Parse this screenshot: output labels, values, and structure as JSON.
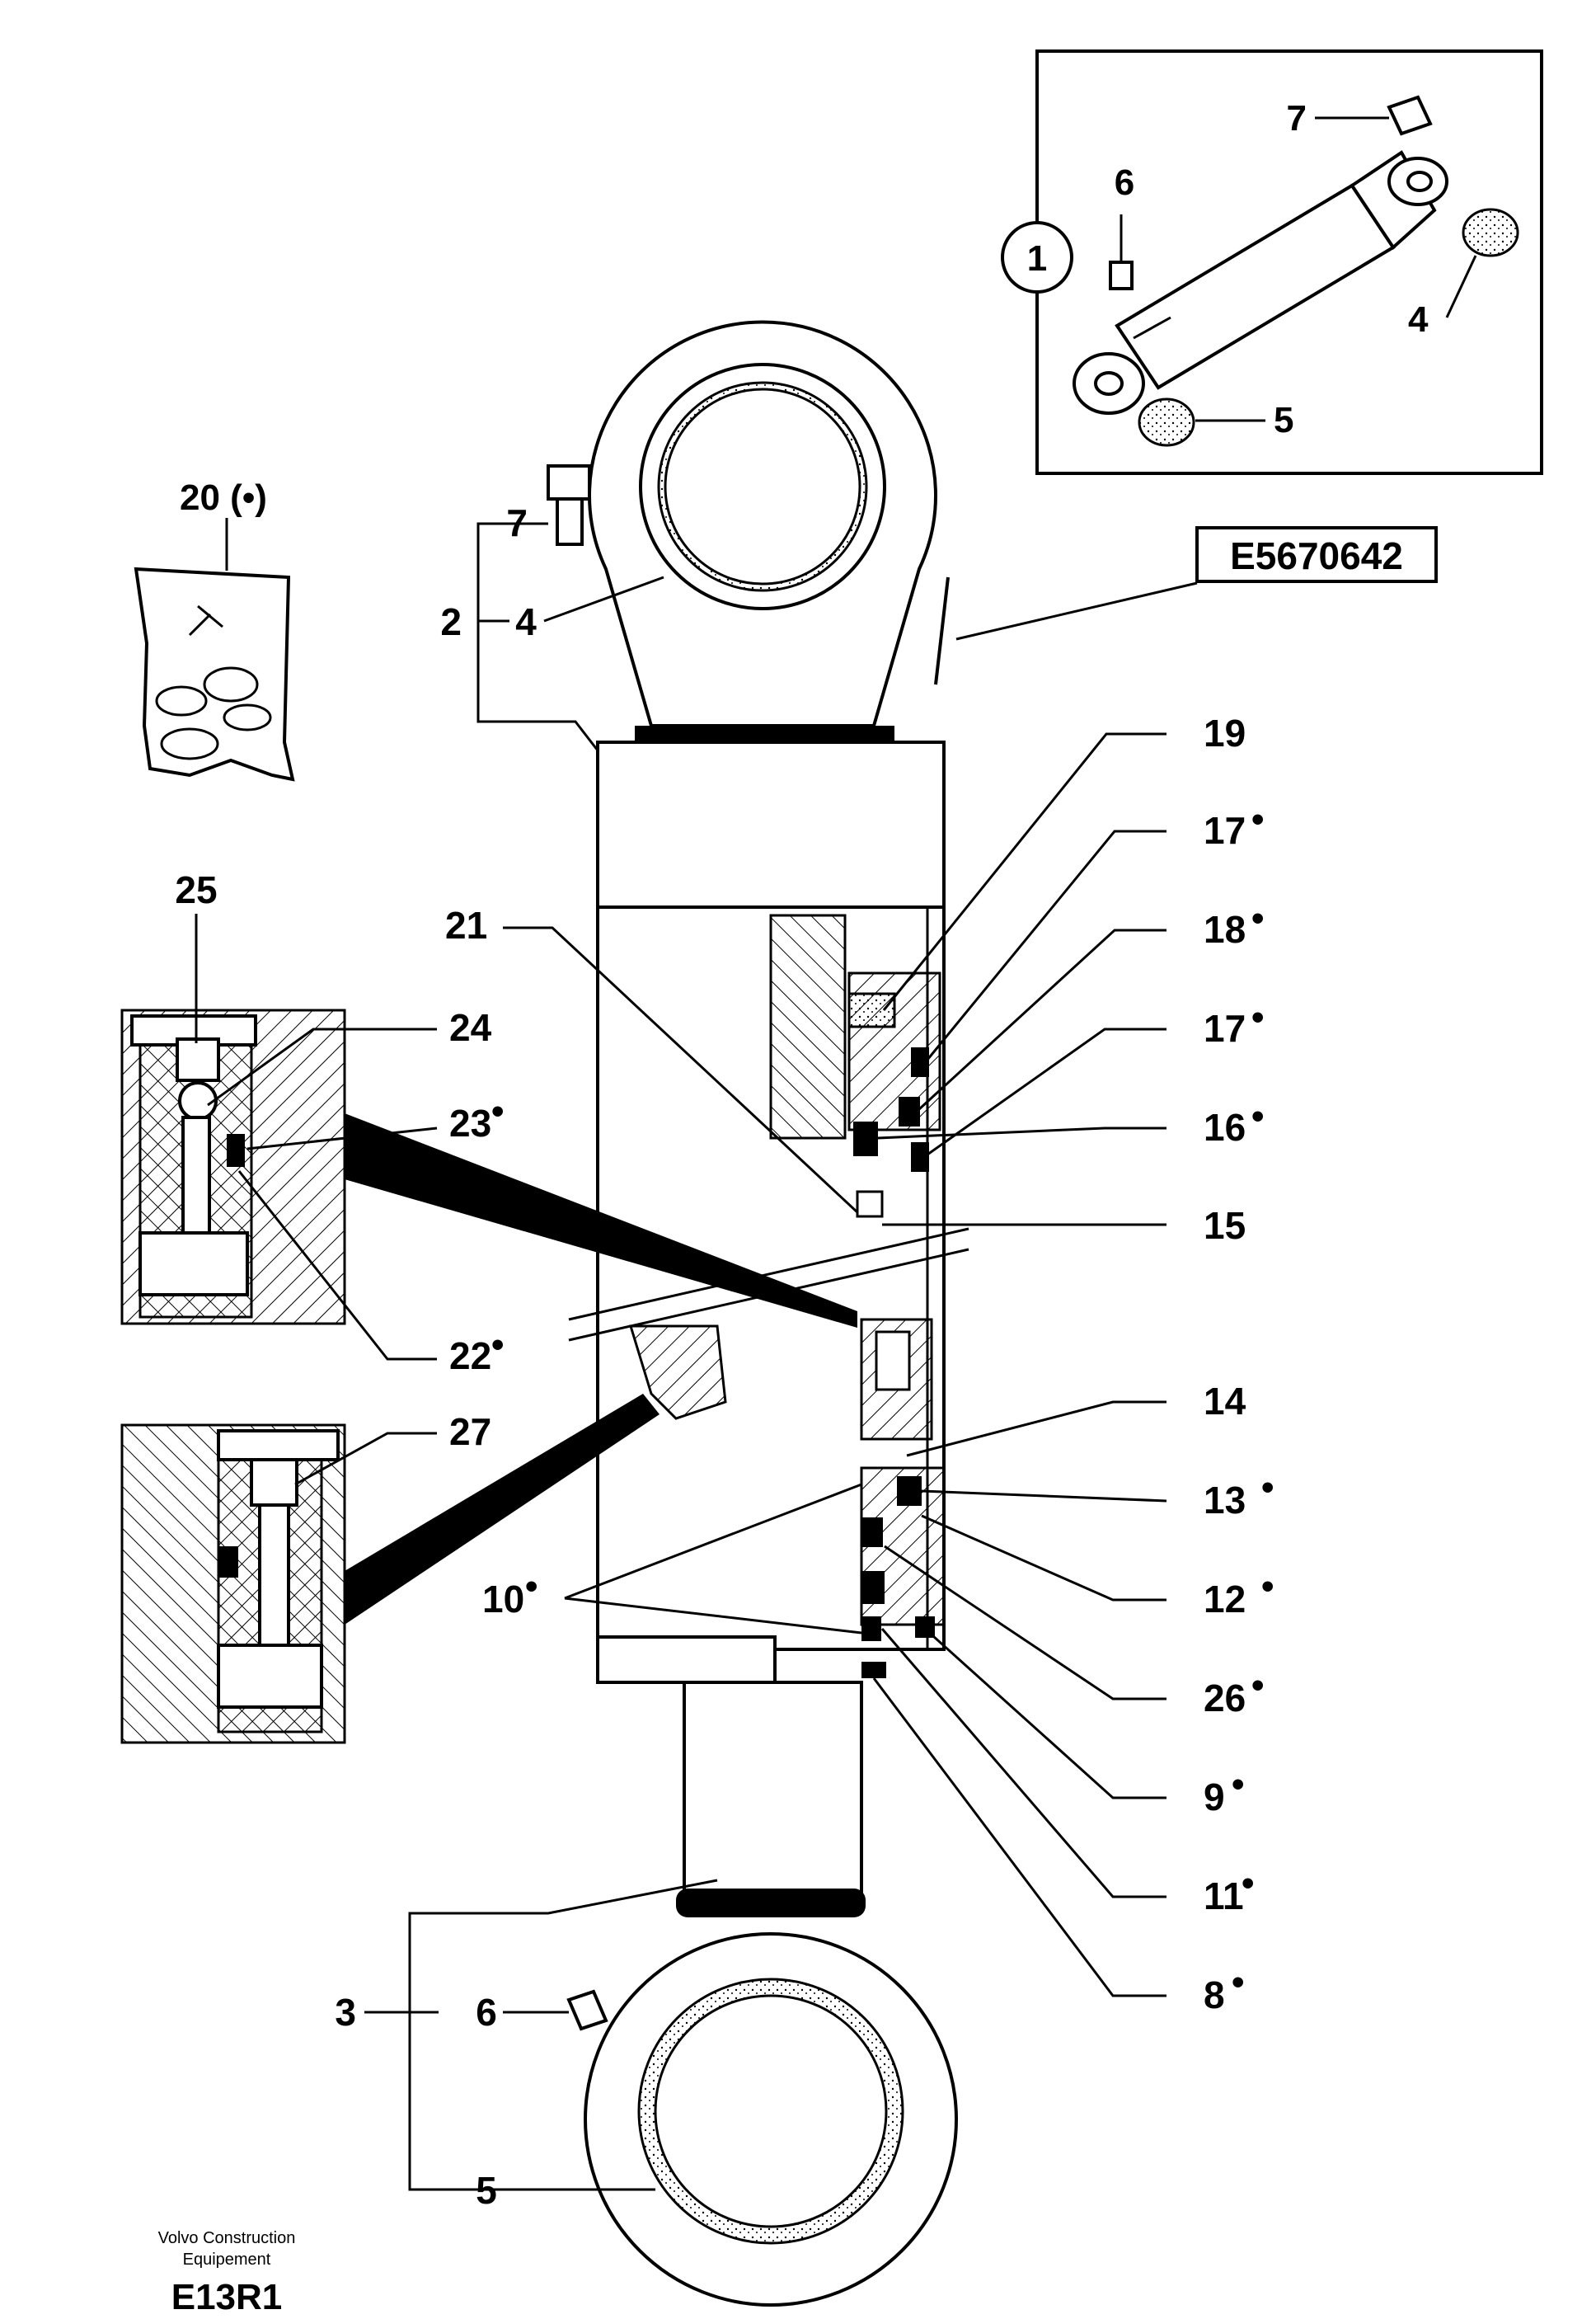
{
  "drawing": {
    "code": "E5670642",
    "caption_line1": "Volvo Construction",
    "caption_line2": "Equipement",
    "drawing_id": "E13R1"
  },
  "inset": {
    "circle_label": "1",
    "labels": {
      "l7": "7",
      "l6": "6",
      "l4": "4",
      "l5": "5"
    }
  },
  "kit": {
    "label": "20 (•)"
  },
  "callouts": {
    "c2": "2",
    "c3": "3",
    "c4": "4",
    "c5": "5",
    "c6": "6",
    "c7": "7",
    "c8": "8",
    "c9": "9",
    "c10": "10",
    "c11": "11",
    "c12": "12",
    "c13": "13",
    "c14": "14",
    "c15": "15",
    "c16": "16",
    "c17a": "17",
    "c17b": "17",
    "c18": "18",
    "c19": "19",
    "c21": "21",
    "c22": "22",
    "c23": "23",
    "c24": "24",
    "c25": "25",
    "c26": "26",
    "c27": "27"
  },
  "marker": "•"
}
